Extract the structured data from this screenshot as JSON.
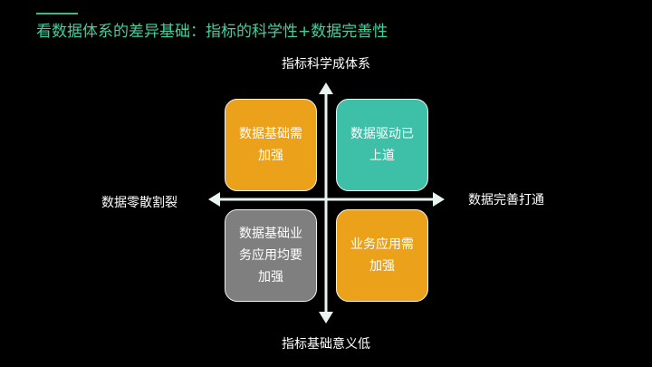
{
  "title": "看数据体系的差异基础：指标的科学性+数据完善性",
  "axis": {
    "top": "指标科学成体系",
    "bottom": "指标基础意义低",
    "left": "数据零散割裂",
    "right": "数据完善打通"
  },
  "quadrants": {
    "top_left": "数据基础需加强",
    "top_right": "数据驱动已上道",
    "bottom_left": "数据基础业务应用均要加强",
    "bottom_right": "业务应用需加强"
  },
  "colors": {
    "accent": "#3fd19f",
    "orange": "#eba21a",
    "teal": "#3dbfa8",
    "gray": "#7f7f7f",
    "axis": "#e8f4ef"
  }
}
